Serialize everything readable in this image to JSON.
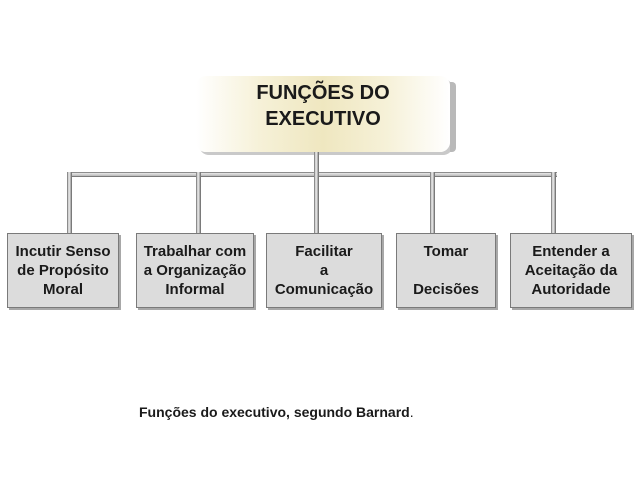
{
  "title": "FUNÇÕES DO\nEXECUTIVO",
  "functions": [
    "Incutir Senso\nde Propósito\nMoral",
    "Trabalhar com\na Organização\nInformal",
    "Facilitar\na\nComunicação",
    "Tomar\n\nDecisões",
    "Entender a\nAceitação da\nAutoridade"
  ],
  "caption": {
    "text": "Funções do executivo, segundo Barnard",
    "punct": "."
  }
}
